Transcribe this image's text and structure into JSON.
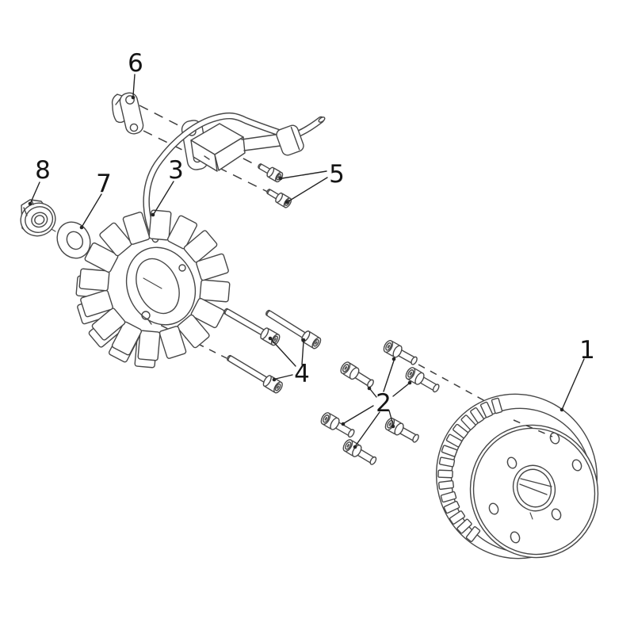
{
  "diagram": {
    "kind": "exploded-parts-diagram",
    "background_color": "#ffffff",
    "line_color": "#474747",
    "callout_color": "#141414",
    "callouts": [
      {
        "label": "1",
        "part": "flywheel-rotor"
      },
      {
        "label": "2",
        "part": "flywheel-face-bolts"
      },
      {
        "label": "3",
        "part": "stator-assembly"
      },
      {
        "label": "4",
        "part": "stator-mount-bolts-long"
      },
      {
        "label": "5",
        "part": "pickup-coil-bolts"
      },
      {
        "label": "6",
        "part": "wire-clamp-bracket"
      },
      {
        "label": "7",
        "part": "plain-washer"
      },
      {
        "label": "8",
        "part": "flange-nut"
      }
    ]
  }
}
